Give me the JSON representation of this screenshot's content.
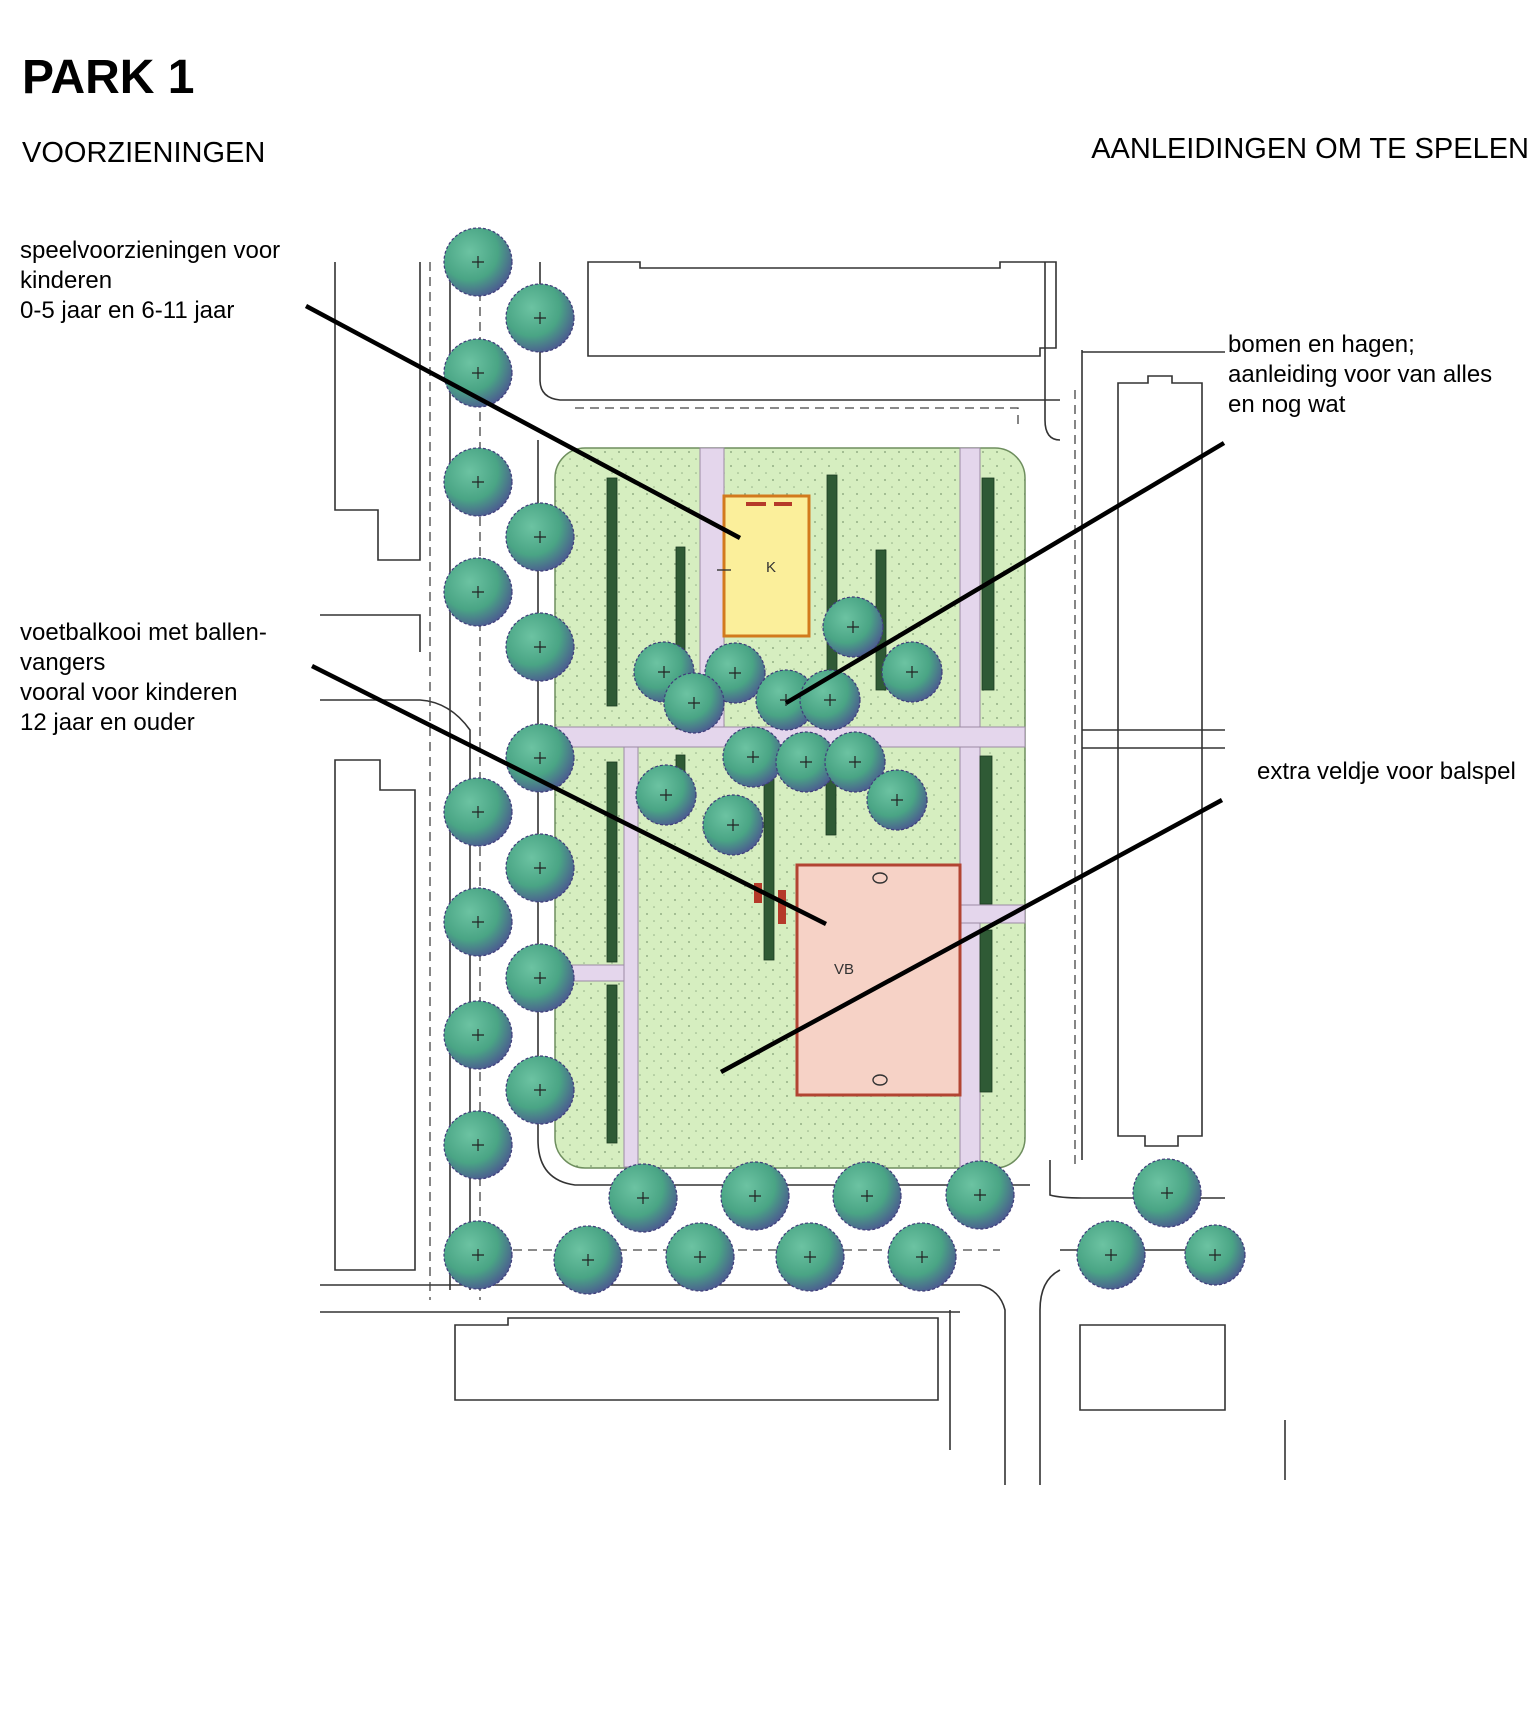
{
  "page": {
    "title": "PARK 1",
    "subtitle_left": "VOORZIENINGEN",
    "subtitle_right": "AANLEIDINGEN OM TE SPELEN"
  },
  "annotations": [
    {
      "id": "speelvoorzieningen",
      "text": "speelvoorzieningen voor\nkinderen\n0-5 jaar en 6-11 jaar"
    },
    {
      "id": "voetbalkooi",
      "text": "voetbalkooi met ballen-\nvangers\nvooral voor  kinderen\n12 jaar en ouder"
    },
    {
      "id": "bomen",
      "text": "bomen en hagen;\naanleiding voor van alles\nen nog wat"
    },
    {
      "id": "veldje",
      "text": "extra veldje voor balspel"
    }
  ],
  "plan_labels": {
    "playground": "K",
    "football_cage": "VB"
  },
  "colors": {
    "lawn": "#d6eec0",
    "path": "#e4d6ec",
    "hedge": "#2f5a35",
    "tree_fill": "#4aa585",
    "tree_shade": "#4c4a93",
    "playground": "#fbef9b",
    "playground_border": "#d27a1c",
    "football_cage": "#f6d2c6",
    "football_border": "#b24432",
    "line": "#333333",
    "leader": "#000000"
  },
  "icons": {
    "tree": "tree-icon",
    "hedge": "hedge-icon",
    "goal": "goal-icon",
    "bench": "bench-icon"
  }
}
